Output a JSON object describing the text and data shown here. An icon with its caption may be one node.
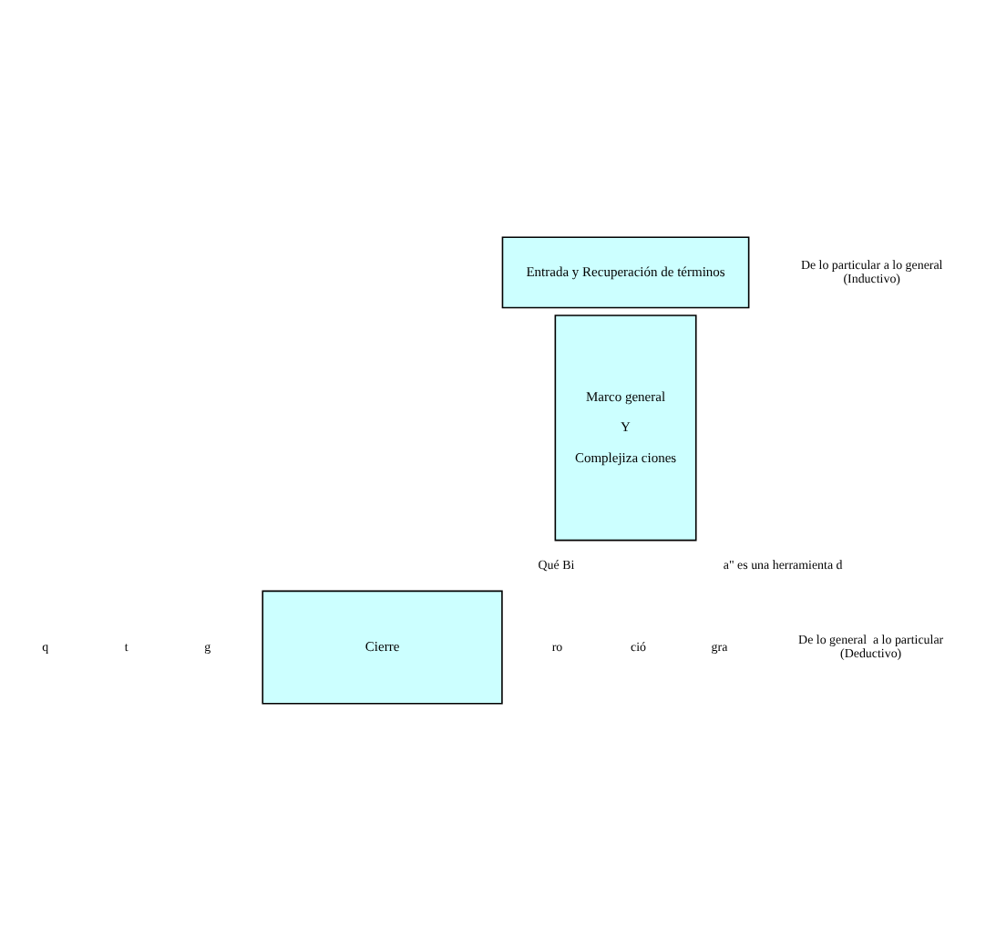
{
  "diagram": {
    "nodes": [
      {
        "text": [
          "Entrada y Recuperación de términos"
        ]
      },
      {
        "text": [
          "Marco general",
          "Y",
          "Complejiza ciones"
        ]
      },
      {
        "text": [
          "Cierre"
        ]
      }
    ],
    "labels": [
      "De lo particular a lo general (Inductivo)",
      "Qué Bi",
      "a\" es una herramienta d",
      "q",
      "ro",
      "t",
      "ció",
      "g",
      "gra",
      "De lo general  a lo particular (Deductivo)"
    ]
  }
}
